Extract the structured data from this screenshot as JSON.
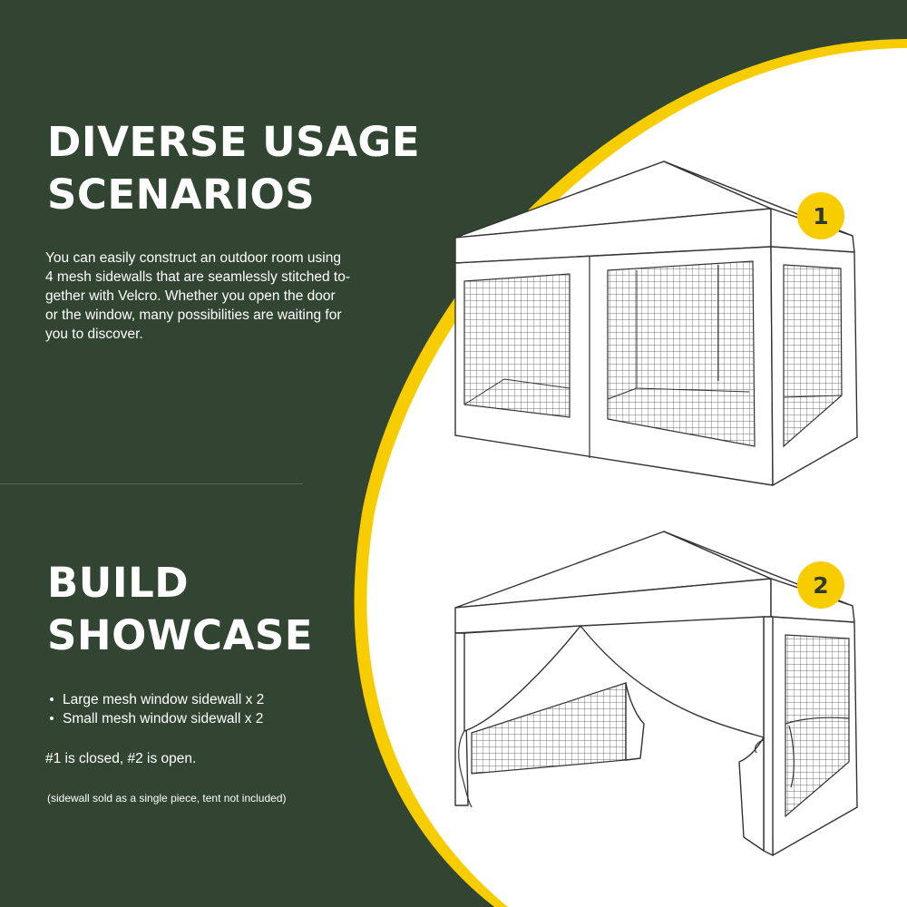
{
  "colors": {
    "background": "#324432",
    "panel": "#ffffff",
    "accent": "#f7cd00",
    "text": "#ffffff",
    "line": "#333333"
  },
  "section1": {
    "title_line1": "DIVERSE USAGE",
    "title_line2": "SCENARIOS",
    "description_lines": [
      "You can easily construct an outdoor room using",
      "4 mesh sidewalls that are seamlessly stitched to-",
      "gether with Velcro. Whether you open the door",
      "or the window, many possibilities are waiting for",
      "you to discover."
    ]
  },
  "section2": {
    "title_line1": "BUILD",
    "title_line2": "SHOWCASE",
    "bullets": [
      "Large mesh window sidewall x 2",
      "Small mesh window sidewall x 2"
    ],
    "note": "#1 is closed, #2 is open.",
    "disclaimer": "(sidewall sold as a single piece, tent not included)"
  },
  "illustrations": [
    {
      "badge": "1",
      "state": "closed",
      "icon": "canopy-tent-closed-illustration"
    },
    {
      "badge": "2",
      "state": "open",
      "icon": "canopy-tent-open-illustration"
    }
  ]
}
